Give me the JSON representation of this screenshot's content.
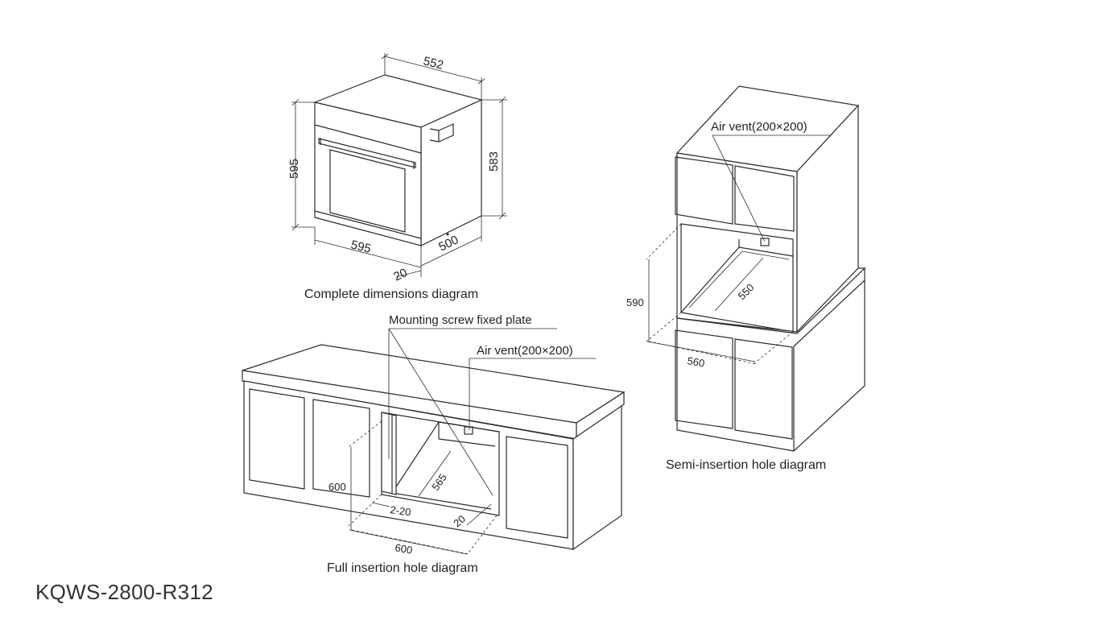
{
  "model": "KQWS-2800-R312",
  "colors": {
    "line": "#2b2b2b",
    "text": "#222222",
    "background": "#ffffff"
  },
  "complete": {
    "caption": "Complete dimensions diagram",
    "depth_top": "552",
    "height_left": "595",
    "height_right": "583",
    "width_bottom": "595",
    "depth_bottom": "500",
    "door_offset": "20"
  },
  "semi": {
    "caption": "Semi-insertion hole diagram",
    "air_vent": "Air vent(200×200)",
    "height": "590",
    "depth": "550",
    "width": "560"
  },
  "full": {
    "caption": "Full insertion hole diagram",
    "mounting": "Mounting screw fixed plate",
    "air_vent": "Air vent(200×200)",
    "height": "600",
    "depth": "565",
    "gap": "2-20",
    "offset": "20",
    "width": "600"
  }
}
